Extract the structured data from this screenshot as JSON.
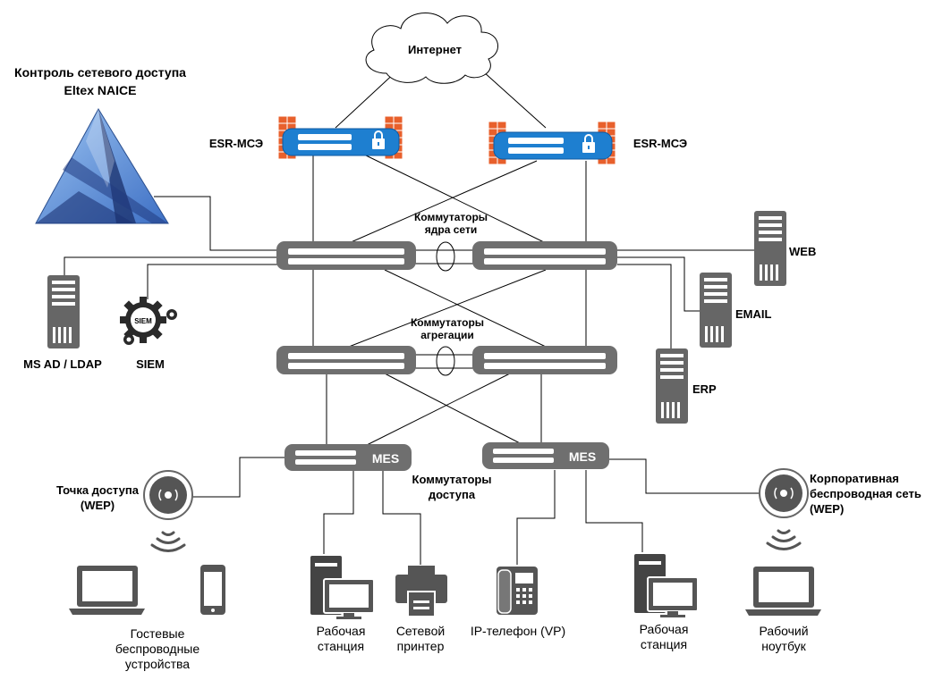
{
  "title": {
    "line1": "Контроль сетевого доступа",
    "line2": "Eltex NAICE"
  },
  "internet": "Интернет",
  "firewall_left": "ESR-МСЭ",
  "firewall_right": "ESR-МСЭ",
  "core": {
    "line1": "Коммутаторы",
    "line2": "ядра сети"
  },
  "aggregation": {
    "line1": "Коммутаторы",
    "line2": "агрегации"
  },
  "access": {
    "line1": "Коммутаторы",
    "line2": "доступа"
  },
  "mes_left": "MES",
  "mes_right": "MES",
  "servers": {
    "ms_ad": "MS AD / LDAP",
    "siem": "SIEM",
    "siem_badge": "SIEM",
    "web": "WEB",
    "email": "EMAIL",
    "erp": "ERP"
  },
  "ap_left": {
    "line1": "Точка доступа",
    "line2": "(WEP)"
  },
  "ap_right": {
    "line1": "Корпоративная",
    "line2": "беспроводная сеть",
    "line3": "(WEP)"
  },
  "devices": {
    "guest": {
      "line1": "Гостевые",
      "line2": "беспроводные",
      "line3": "устройства"
    },
    "ws_left": {
      "line1": "Рабочая",
      "line2": "станция"
    },
    "printer": {
      "line1": "Сетевой",
      "line2": "принтер"
    },
    "phone": "IP-телефон (VP)",
    "ws_right": {
      "line1": "Рабочая",
      "line2": "станция"
    },
    "laptop": {
      "line1": "Рабочий",
      "line2": "ноутбук"
    }
  },
  "colors": {
    "line": "#000000",
    "switch": "#6f6f6f",
    "firewall_blue": "#1e7fd0",
    "brick": "#e8602c",
    "triangle": "#4a86d8",
    "device": "#555555"
  }
}
